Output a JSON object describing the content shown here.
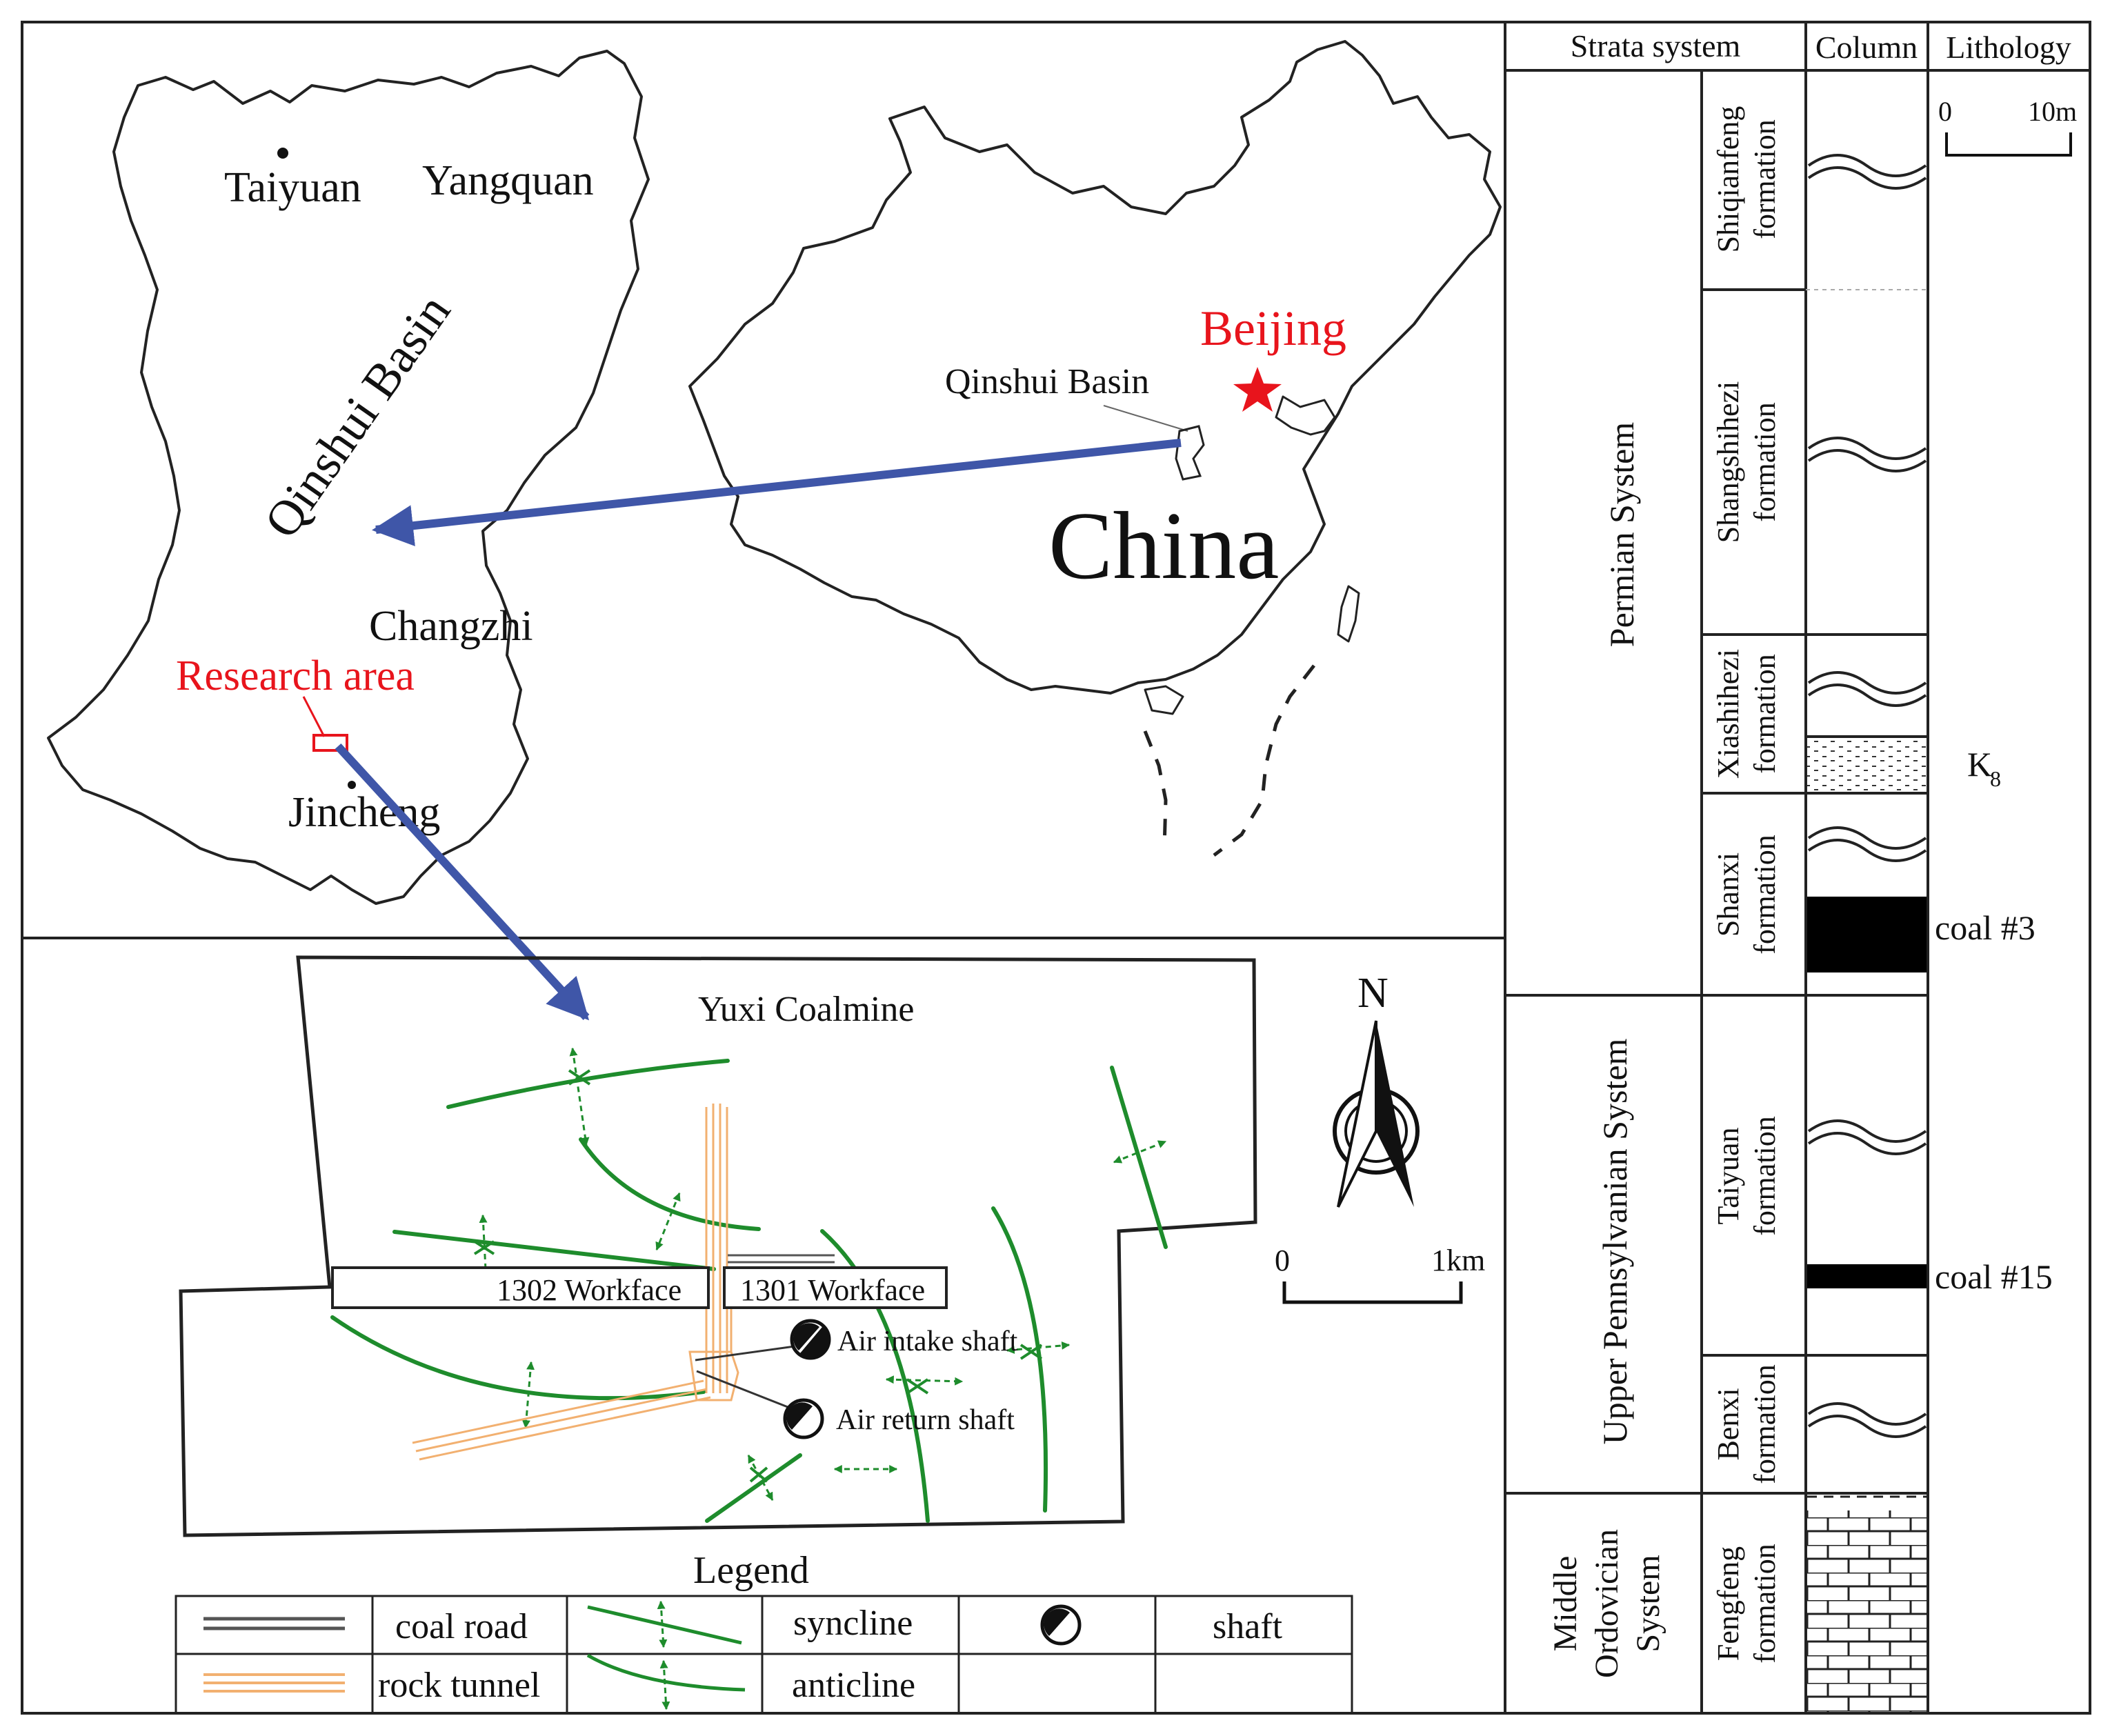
{
  "cities": {
    "taiyuan": "Taiyuan",
    "yangquan": "Yangquan",
    "changzhi": "Changzhi",
    "jincheng": "Jincheng",
    "beijing": "Beijing"
  },
  "labels": {
    "qinshui_basin_big": "Qinshui Basin",
    "qinshui_basin_small": "Qinshui Basin",
    "china": "China",
    "research_area": "Research area",
    "mine_title": "Yuxi Coalmine",
    "workface_1302": "1302 Workface",
    "workface_1301": "1301 Workface",
    "air_intake_shaft": "Air intake shaft",
    "air_return_shaft": "Air return shaft",
    "north": "N",
    "scale_zero": "0",
    "scale_1km": "1km",
    "legend_title": "Legend",
    "legend_coal_road": "coal road",
    "legend_rock_tunnel": "rock tunnel",
    "legend_syncline": "syncline",
    "legend_anticline": "anticline",
    "legend_shaft": "shaft"
  },
  "strata": {
    "header_system": "Strata system",
    "header_column": "Column",
    "header_lithology": "Lithology",
    "scale_zero": "0",
    "scale_10m": "10m",
    "systems": {
      "permian": "Permian System",
      "pennsylvanian": "Upper Pennsylvanian System",
      "ordovician_1": "Middle",
      "ordovician_2": "Ordovician",
      "ordovician_3": "System"
    },
    "formations": {
      "shiqianfeng_1": "Shiqianfeng",
      "shiqianfeng_2": "formation",
      "shangshihezi_1": "Shangshihezi",
      "shangshihezi_2": "formation",
      "xiashihezi_1": "Xiashihezi",
      "xiashihezi_2": "formation",
      "shanxi_1": "Shanxi",
      "shanxi_2": "formation",
      "taiyuan_1": "Taiyuan",
      "taiyuan_2": "formation",
      "benxi_1": "Benxi",
      "benxi_2": "formation",
      "fengfeng_1": "Fengfeng",
      "fengfeng_2": "formation"
    },
    "lithology": {
      "k8_main": "K",
      "k8_sub": "8",
      "coal3": "coal #3",
      "coal15": "coal #15"
    }
  },
  "colors": {
    "line": "#222222",
    "red": "#e8141c",
    "arrow": "#3f56a8",
    "fold": "#1e8c2c",
    "tunnel": "#f2b070",
    "coal_road": "#555555"
  }
}
